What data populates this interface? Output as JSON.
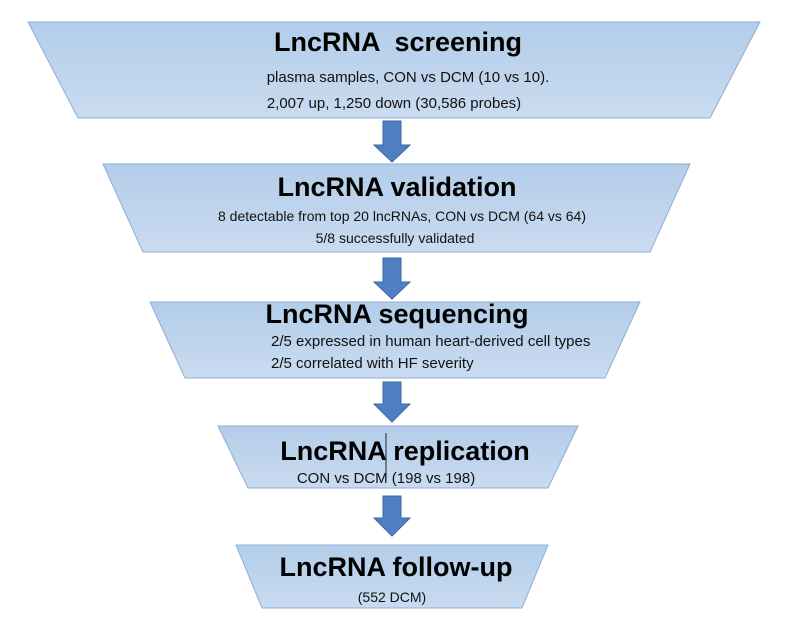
{
  "colors": {
    "stage_fill_top": "#b3cde9",
    "stage_fill_bottom": "#c9dbf0",
    "stage_border": "#8faed3",
    "arrow_fill": "#4f7fc0",
    "arrow_border": "#3a6aaa"
  },
  "stages": [
    {
      "title": "LncRNA  screening",
      "lines": [
        "plasma samples, CON vs DCM (10 vs 10).",
        "2,007 up, 1,250 down (30,586 probes)"
      ]
    },
    {
      "title": "LncRNA validation",
      "lines": [
        "8 detectable from top 20 lncRNAs, CON vs DCM (64 vs 64)",
        "5/8 successfully validated"
      ]
    },
    {
      "title": "LncRNA sequencing",
      "lines": [
        "2/5 expressed in human heart-derived cell types",
        "2/5 correlated with HF severity"
      ]
    },
    {
      "title": "LncRNA replication",
      "lines": [
        "CON vs DCM (198 vs 198)"
      ]
    },
    {
      "title": "LncRNA follow-up",
      "lines": [
        "(552 DCM)"
      ]
    }
  ],
  "arrows": [
    {
      "icon": "arrow-down-icon"
    },
    {
      "icon": "arrow-down-icon"
    },
    {
      "icon": "arrow-down-icon"
    },
    {
      "icon": "arrow-down-icon"
    }
  ]
}
